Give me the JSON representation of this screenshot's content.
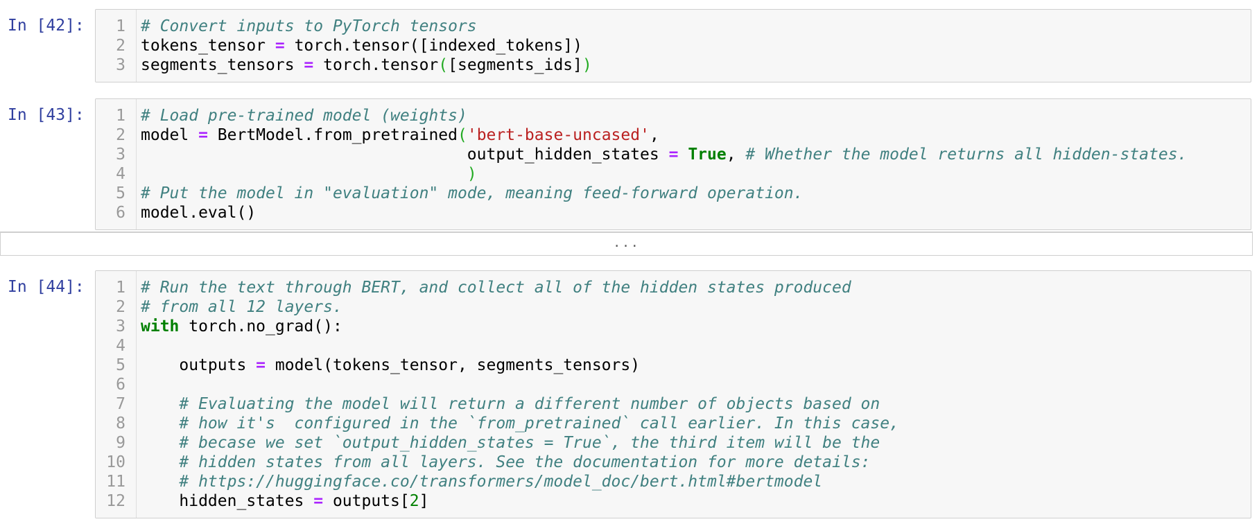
{
  "cells": [
    {
      "prompt": "In [42]:",
      "lines": [
        {
          "n": "1",
          "tokens": [
            {
              "t": "cm",
              "v": "# Convert inputs to PyTorch tensors"
            }
          ]
        },
        {
          "n": "2",
          "tokens": [
            {
              "t": "",
              "v": "tokens_tensor "
            },
            {
              "t": "op",
              "v": "="
            },
            {
              "t": "",
              "v": " torch.tensor([indexed_tokens])"
            }
          ]
        },
        {
          "n": "3",
          "tokens": [
            {
              "t": "",
              "v": "segments_tensors "
            },
            {
              "t": "op",
              "v": "="
            },
            {
              "t": "",
              "v": " torch.tensor"
            },
            {
              "t": "br",
              "v": "("
            },
            {
              "t": "",
              "v": "[segments_ids]"
            },
            {
              "t": "br",
              "v": ")"
            }
          ]
        }
      ]
    },
    {
      "prompt": "In [43]:",
      "lines": [
        {
          "n": "1",
          "tokens": [
            {
              "t": "cm",
              "v": "# Load pre-trained model (weights)"
            }
          ]
        },
        {
          "n": "2",
          "tokens": [
            {
              "t": "",
              "v": "model "
            },
            {
              "t": "op",
              "v": "="
            },
            {
              "t": "",
              "v": " BertModel.from_pretrained"
            },
            {
              "t": "br",
              "v": "("
            },
            {
              "t": "str",
              "v": "'bert-base-uncased'"
            },
            {
              "t": "",
              "v": ","
            }
          ]
        },
        {
          "n": "3",
          "tokens": [
            {
              "t": "",
              "v": "                                  output_hidden_states "
            },
            {
              "t": "op",
              "v": "="
            },
            {
              "t": "",
              "v": " "
            },
            {
              "t": "kw",
              "v": "True"
            },
            {
              "t": "",
              "v": ", "
            },
            {
              "t": "cm",
              "v": "# Whether the model returns all hidden-states."
            }
          ]
        },
        {
          "n": "4",
          "tokens": [
            {
              "t": "",
              "v": "                                  "
            },
            {
              "t": "br",
              "v": ")"
            }
          ]
        },
        {
          "n": "5",
          "tokens": [
            {
              "t": "cm",
              "v": "# Put the model in \"evaluation\" mode, meaning feed-forward operation."
            }
          ]
        },
        {
          "n": "6",
          "tokens": [
            {
              "t": "",
              "v": "model.eval()"
            }
          ]
        }
      ]
    },
    {
      "prompt": "In [44]:",
      "lines": [
        {
          "n": "1",
          "tokens": [
            {
              "t": "cm",
              "v": "# Run the text through BERT, and collect all of the hidden states produced"
            }
          ]
        },
        {
          "n": "2",
          "tokens": [
            {
              "t": "cm",
              "v": "# from all 12 layers."
            }
          ]
        },
        {
          "n": "3",
          "tokens": [
            {
              "t": "kw",
              "v": "with"
            },
            {
              "t": "",
              "v": " torch.no_grad():"
            }
          ]
        },
        {
          "n": "4",
          "tokens": []
        },
        {
          "n": "5",
          "tokens": [
            {
              "t": "",
              "v": "    outputs "
            },
            {
              "t": "op",
              "v": "="
            },
            {
              "t": "",
              "v": " model(tokens_tensor, segments_tensors)"
            }
          ]
        },
        {
          "n": "6",
          "tokens": []
        },
        {
          "n": "7",
          "tokens": [
            {
              "t": "",
              "v": "    "
            },
            {
              "t": "cm",
              "v": "# Evaluating the model will return a different number of objects based on"
            }
          ]
        },
        {
          "n": "8",
          "tokens": [
            {
              "t": "",
              "v": "    "
            },
            {
              "t": "cm",
              "v": "# how it's  configured in the `from_pretrained` call earlier. In this case,"
            }
          ]
        },
        {
          "n": "9",
          "tokens": [
            {
              "t": "",
              "v": "    "
            },
            {
              "t": "cm",
              "v": "# becase we set `output_hidden_states = True`, the third item will be the"
            }
          ]
        },
        {
          "n": "10",
          "tokens": [
            {
              "t": "",
              "v": "    "
            },
            {
              "t": "cm",
              "v": "# hidden states from all layers. See the documentation for more details:"
            }
          ]
        },
        {
          "n": "11",
          "tokens": [
            {
              "t": "",
              "v": "    "
            },
            {
              "t": "cm",
              "v": "# https://huggingface.co/transformers/model_doc/bert.html#bertmodel"
            }
          ]
        },
        {
          "n": "12",
          "tokens": [
            {
              "t": "",
              "v": "    hidden_states "
            },
            {
              "t": "op",
              "v": "="
            },
            {
              "t": "",
              "v": " outputs["
            },
            {
              "t": "num",
              "v": "2"
            },
            {
              "t": "",
              "v": "]"
            }
          ]
        }
      ]
    }
  ],
  "collapsed_output": {
    "label": "..."
  }
}
